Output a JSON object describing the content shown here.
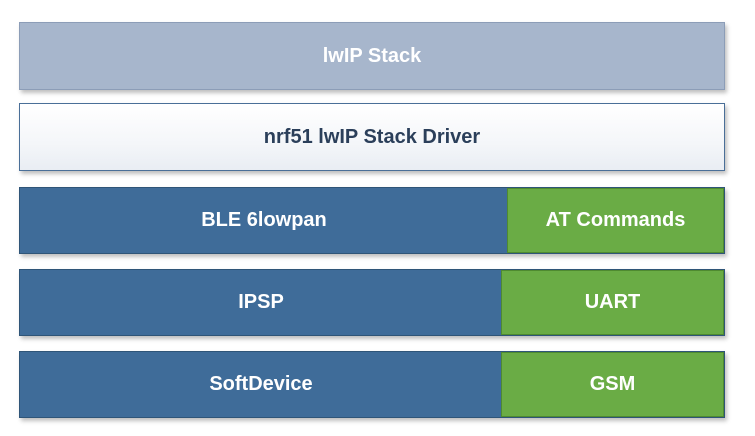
{
  "layers": {
    "lwip_stack": "lwIP Stack",
    "stack_driver": "nrf51 lwIP Stack Driver",
    "ble": "BLE 6lowpan",
    "ipsp": "IPSP",
    "softdevice": "SoftDevice"
  },
  "side_blocks": {
    "at_commands": "AT Commands",
    "uart": "UART",
    "gsm": "GSM"
  },
  "colors": {
    "top_layer": "#a7b6cc",
    "driver_layer": "#ffffff",
    "blue_layer": "#3f6c99",
    "green_block": "#6aac45"
  }
}
